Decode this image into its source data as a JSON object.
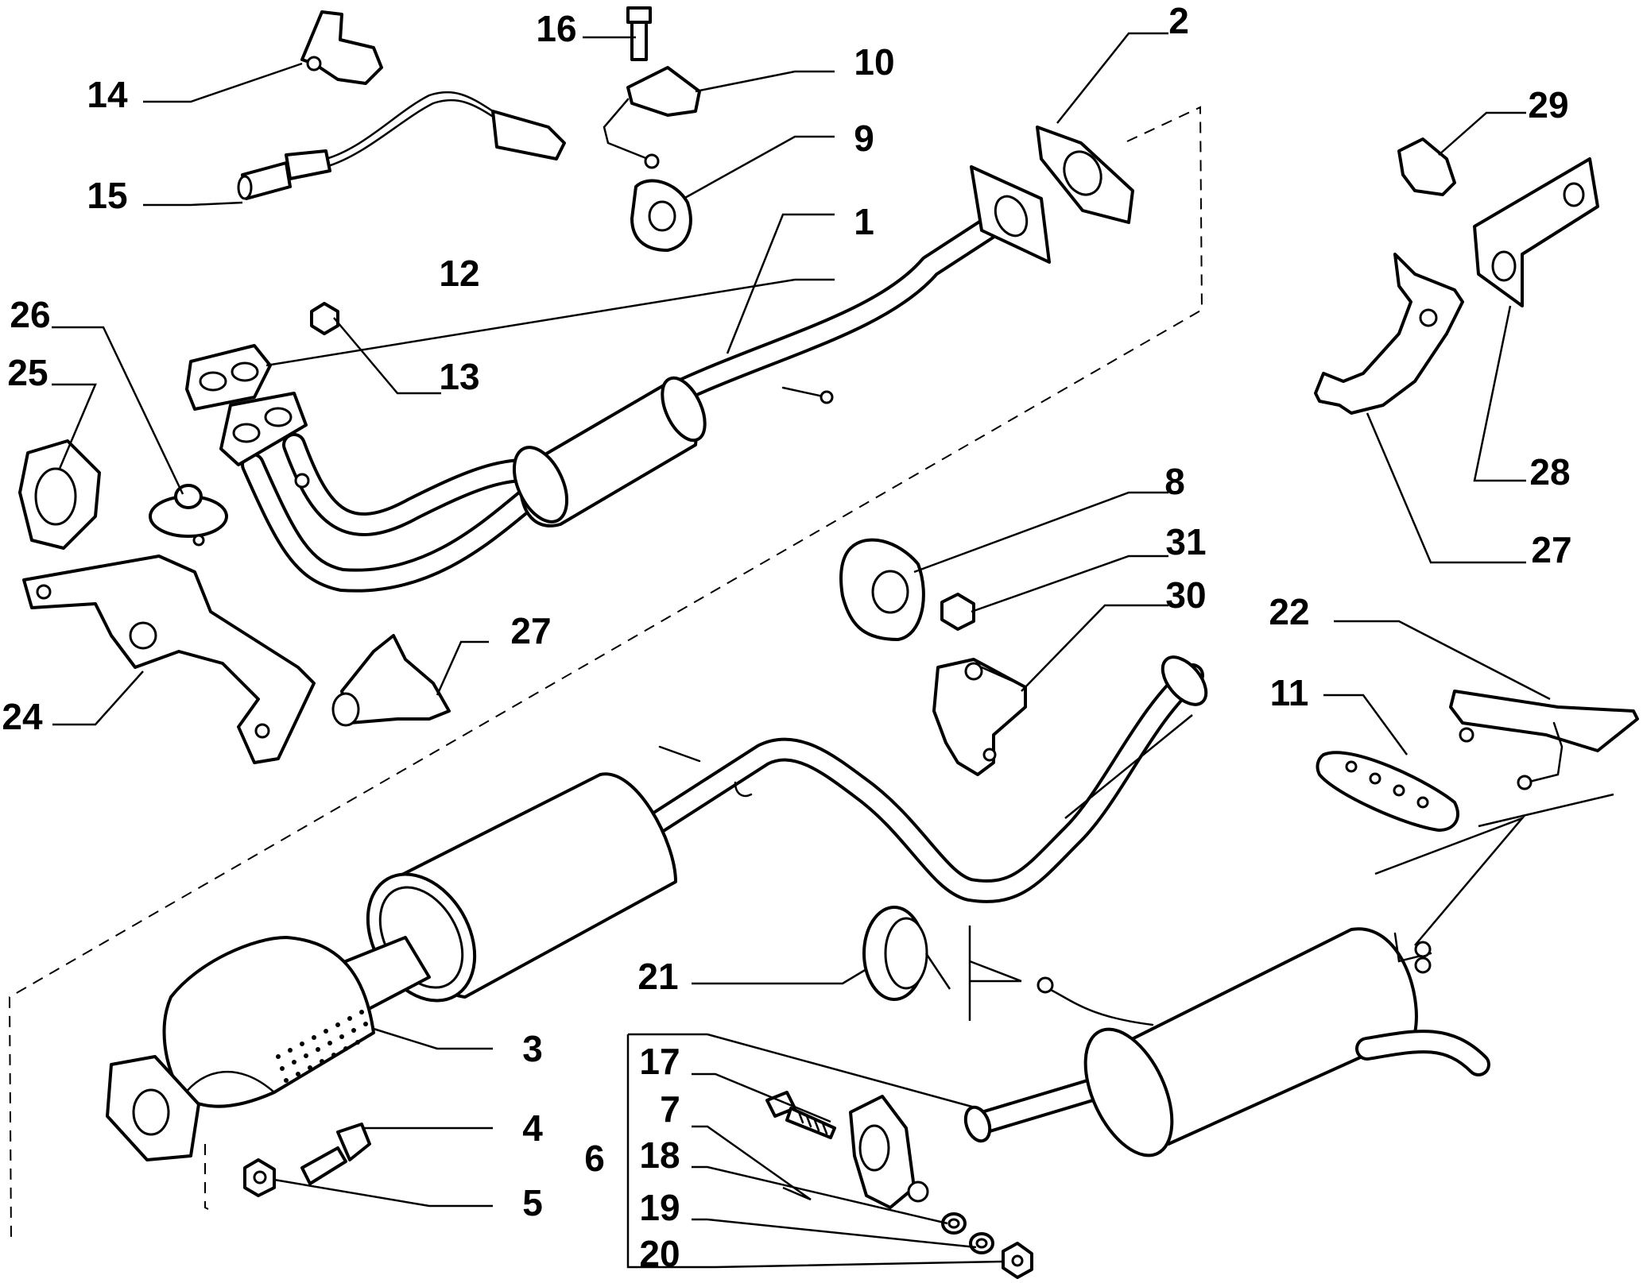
{
  "diagram": {
    "callouts": [
      {
        "id": "c1",
        "text": "1"
      },
      {
        "id": "c2",
        "text": "2"
      },
      {
        "id": "c3",
        "text": "3"
      },
      {
        "id": "c4",
        "text": "4"
      },
      {
        "id": "c5",
        "text": "5"
      },
      {
        "id": "c6",
        "text": "6"
      },
      {
        "id": "c7",
        "text": "7"
      },
      {
        "id": "c8",
        "text": "8"
      },
      {
        "id": "c9",
        "text": "9"
      },
      {
        "id": "c10",
        "text": "10"
      },
      {
        "id": "c11",
        "text": "11"
      },
      {
        "id": "c12",
        "text": "12"
      },
      {
        "id": "c13",
        "text": "13"
      },
      {
        "id": "c14",
        "text": "14"
      },
      {
        "id": "c15",
        "text": "15"
      },
      {
        "id": "c16",
        "text": "16"
      },
      {
        "id": "c17",
        "text": "17"
      },
      {
        "id": "c18",
        "text": "18"
      },
      {
        "id": "c19",
        "text": "19"
      },
      {
        "id": "c20",
        "text": "20"
      },
      {
        "id": "c21",
        "text": "21"
      },
      {
        "id": "c22",
        "text": "22"
      },
      {
        "id": "c24",
        "text": "24"
      },
      {
        "id": "c25",
        "text": "25"
      },
      {
        "id": "c26",
        "text": "26"
      },
      {
        "id": "c27a",
        "text": "27"
      },
      {
        "id": "c27b",
        "text": "27"
      },
      {
        "id": "c28",
        "text": "28"
      },
      {
        "id": "c29",
        "text": "29"
      },
      {
        "id": "c30",
        "text": "30"
      },
      {
        "id": "c31",
        "text": "31"
      }
    ]
  }
}
